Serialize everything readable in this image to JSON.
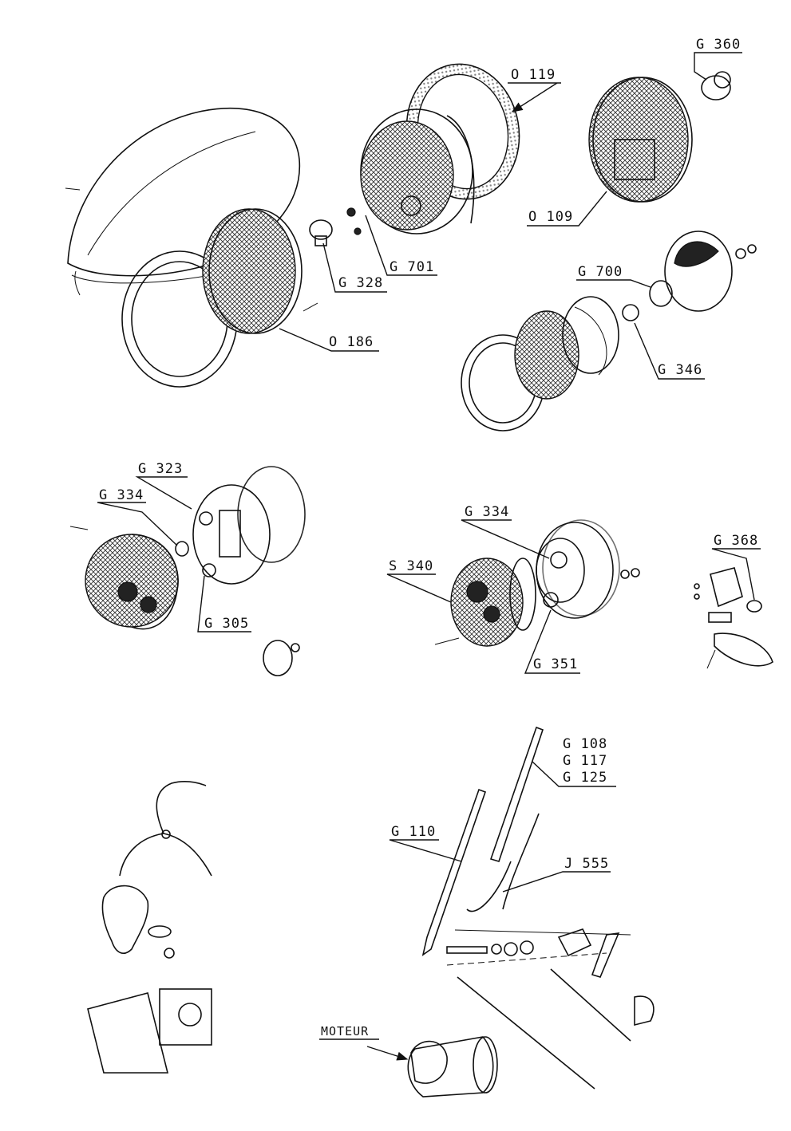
{
  "labels": {
    "o119": "O 119",
    "g360": "G 360",
    "o109": "O 109",
    "g328": "G 328",
    "g701": "G 701",
    "o186": "O 186",
    "g700": "G 700",
    "g346": "G 346",
    "g323": "G 323",
    "g334a": "G 334",
    "g305": "G 305",
    "g334b": "G 334",
    "s340": "S 340",
    "g351": "G 351",
    "g368": "G 368",
    "g108": "G 108",
    "g117": "G 117",
    "g125": "G 125",
    "g110": "G 110",
    "j555": "J 555",
    "moteur": "MOTEUR"
  }
}
